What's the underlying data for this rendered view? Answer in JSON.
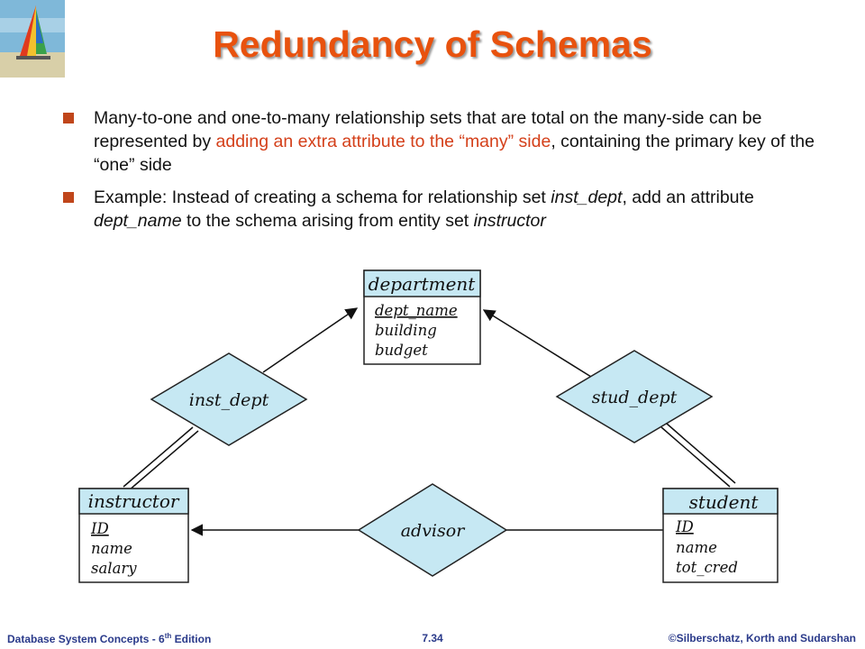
{
  "title": "Redundancy of Schemas",
  "bullets": [
    {
      "text_a": "Many-to-one and one-to-many relationship sets that are total on the many-side can be represented by ",
      "text_highlight": "adding an extra attribute to the “many” side",
      "text_b": ", containing the primary key of the “one” side"
    },
    {
      "text_a": "Example: Instead of creating a schema for relationship set ",
      "em_a": "inst_dept",
      "text_b": ", add an attribute ",
      "em_b": "dept_name",
      "text_c": " to the schema arising from entity set ",
      "em_c": "instructor"
    }
  ],
  "diagram": {
    "entities": {
      "department": {
        "name": "department",
        "attributes": [
          "dept_name",
          "building",
          "budget"
        ],
        "key": "dept_name"
      },
      "instructor": {
        "name": "instructor",
        "attributes": [
          "ID",
          "name",
          "salary"
        ],
        "key": "ID"
      },
      "student": {
        "name": "student",
        "attributes": [
          "ID",
          "name",
          "tot_cred"
        ],
        "key": "ID"
      }
    },
    "relationships": {
      "inst_dept": "inst_dept",
      "stud_dept": "stud_dept",
      "advisor": "advisor"
    }
  },
  "colors": {
    "title": "#e8520e",
    "highlight": "#d4401a",
    "bullet": "#c0461b",
    "entity_header": "#c6e8f3",
    "diamond": "#c6e8f3",
    "footer": "#2a3a8a"
  },
  "footer": {
    "left_a": "Database  System Concepts  - 6",
    "left_sup": "th",
    "left_b": " Edition",
    "center": "7.34",
    "right": "©Silberschatz, Korth and Sudarshan"
  }
}
